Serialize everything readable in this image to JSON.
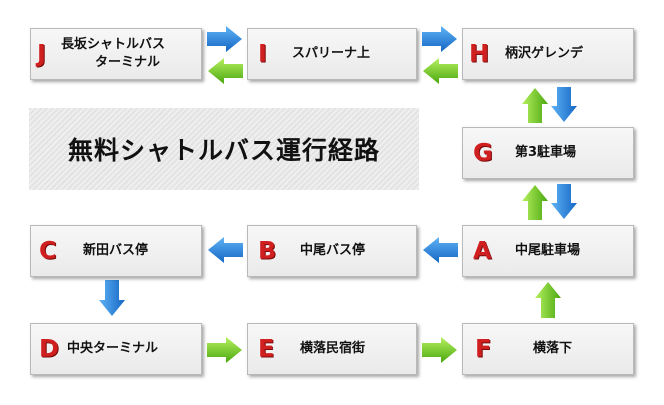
{
  "title": "無料シャトルバス運行経路",
  "stops": [
    {
      "letter": "J",
      "name": "長坂シャトルバス\nターミナル",
      "name_line1": "長坂シャトルバス",
      "name_line2": "ターミナル"
    },
    {
      "letter": "I",
      "name": "スパリーナ上"
    },
    {
      "letter": "H",
      "name": "柄沢ゲレンデ"
    },
    {
      "letter": "G",
      "name": "第3駐車場"
    },
    {
      "letter": "A",
      "name": "中尾駐車場"
    },
    {
      "letter": "B",
      "name": "中尾バス停"
    },
    {
      "letter": "C",
      "name": "新田バス停"
    },
    {
      "letter": "D",
      "name": "中央ターミナル"
    },
    {
      "letter": "E",
      "name": "横落民宿街"
    },
    {
      "letter": "F",
      "name": "横落下"
    }
  ],
  "colors": {
    "letter": "#d01f1f",
    "arrow_blue": "#1e7fd6",
    "arrow_green": "#5fbf1a"
  },
  "edges": [
    {
      "from": "F",
      "to": "A",
      "color": "green"
    },
    {
      "from": "A",
      "to": "B",
      "color": "blue"
    },
    {
      "from": "B",
      "to": "C",
      "color": "blue"
    },
    {
      "from": "C",
      "to": "D",
      "color": "blue"
    },
    {
      "from": "D",
      "to": "E",
      "color": "green"
    },
    {
      "from": "E",
      "to": "F",
      "color": "green"
    },
    {
      "from": "A",
      "to": "G",
      "color": "green"
    },
    {
      "from": "G",
      "to": "A",
      "color": "blue"
    },
    {
      "from": "G",
      "to": "H",
      "color": "green"
    },
    {
      "from": "H",
      "to": "G",
      "color": "blue"
    },
    {
      "from": "J",
      "to": "I",
      "color": "blue"
    },
    {
      "from": "I",
      "to": "H",
      "color": "blue"
    },
    {
      "from": "H",
      "to": "I",
      "color": "green"
    },
    {
      "from": "I",
      "to": "J",
      "color": "green"
    }
  ]
}
